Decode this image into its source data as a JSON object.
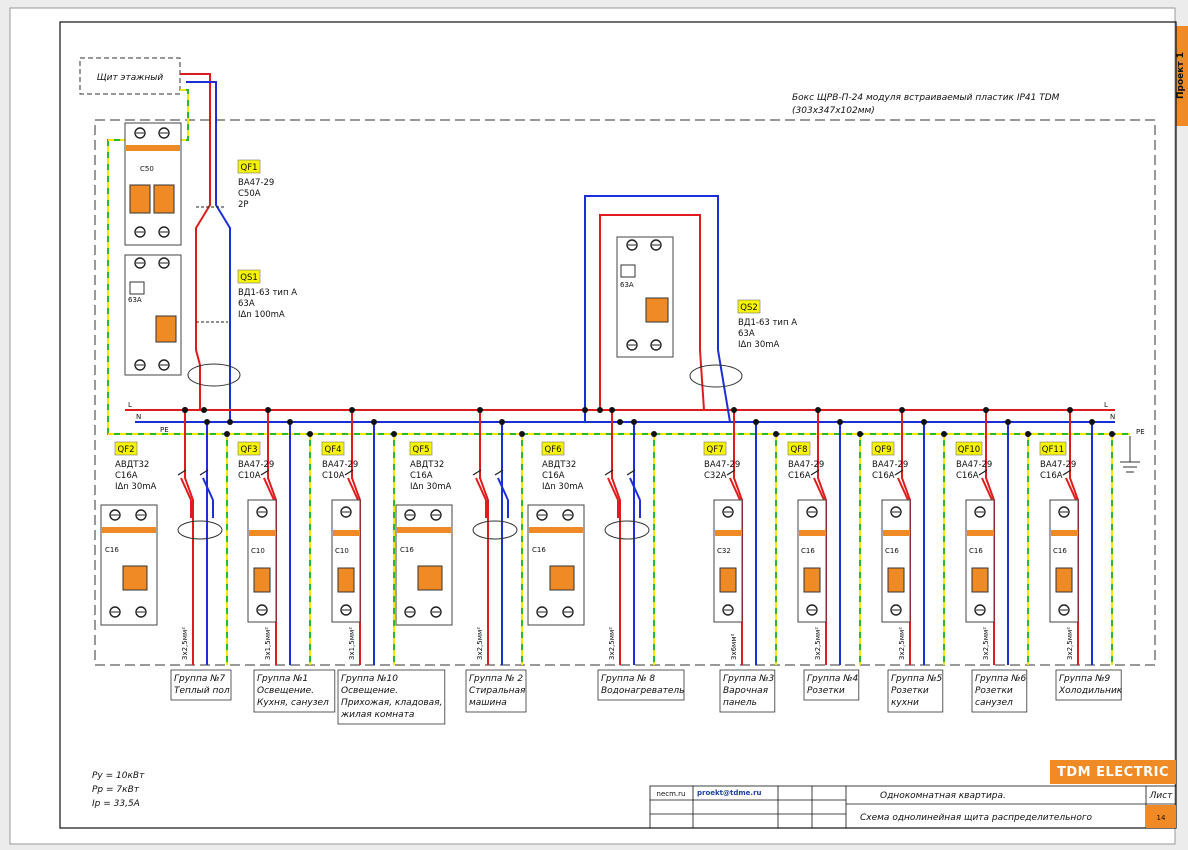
{
  "tab": "Проект 1",
  "panel_label": "Щит этажный",
  "box": {
    "line1": "Бокс ЩРВ-П-24 модуля встраиваемый пластик IP41 TDM",
    "line2": "(303x347x102мм)"
  },
  "bus": {
    "L": "L",
    "N": "N",
    "PE": "PE"
  },
  "main_devices": [
    {
      "tag": "QF1",
      "lines": [
        "ВА47-29",
        "С50А",
        "2P"
      ],
      "face": "C50"
    },
    {
      "tag": "QS1",
      "lines": [
        "ВД1-63 тип А",
        "63А",
        "IΔn 100mA"
      ],
      "face": "63A"
    },
    {
      "tag": "QS2",
      "lines": [
        "ВД1-63 тип А",
        "63А",
        "IΔn 30mA"
      ],
      "face": "63A"
    }
  ],
  "groups": [
    {
      "tag": "QF2",
      "lines": [
        "АВДТ32",
        "С16А",
        "IΔn 30mA"
      ],
      "face": "C16",
      "cable": "3х2,5мм²",
      "name": [
        "Группа №7",
        "Теплый пол"
      ],
      "type": "rcbo"
    },
    {
      "tag": "QF3",
      "lines": [
        "ВА47-29",
        "С10А"
      ],
      "face": "C10",
      "cable": "3х1,5мм²",
      "name": [
        "Группа №1",
        "Освещение.",
        "Кухня, санузел"
      ],
      "type": "mcb"
    },
    {
      "tag": "QF4",
      "lines": [
        "ВА47-29",
        "С10А"
      ],
      "face": "C10",
      "cable": "3х1,5мм²",
      "name": [
        "Группа №10",
        "Освещение.",
        "Прихожая, кладовая,",
        "жилая комната"
      ],
      "type": "mcb"
    },
    {
      "tag": "QF5",
      "lines": [
        "АВДТ32",
        "С16А",
        "IΔn 30mA"
      ],
      "face": "C16",
      "cable": "3х2,5мм²",
      "name": [
        "Группа № 2",
        "Стиральная",
        "машина"
      ],
      "type": "rcbo"
    },
    {
      "tag": "QF6",
      "lines": [
        "АВДТ32",
        "С16А",
        "IΔn 30mA"
      ],
      "face": "C16",
      "cable": "3х2,5мм²",
      "name": [
        "Группа № 8",
        "Водонагреватель"
      ],
      "type": "rcbo"
    },
    {
      "tag": "QF7",
      "lines": [
        "ВА47-29",
        "С32А"
      ],
      "face": "C32",
      "cable": "3х6мм²",
      "name": [
        "Группа №3",
        "Варочная",
        "панель"
      ],
      "type": "mcb"
    },
    {
      "tag": "QF8",
      "lines": [
        "ВА47-29",
        "С16А"
      ],
      "face": "C16",
      "cable": "3х2,5мм²",
      "name": [
        "Группа №4",
        "Розетки"
      ],
      "type": "mcb"
    },
    {
      "tag": "QF9",
      "lines": [
        "ВА47-29",
        "С16А"
      ],
      "face": "C16",
      "cable": "3х2,5мм²",
      "name": [
        "Группа №5",
        "Розетки",
        "кухни"
      ],
      "type": "mcb"
    },
    {
      "tag": "QF10",
      "lines": [
        "ВА47-29",
        "С16А"
      ],
      "face": "C16",
      "cable": "3х2,5мм²",
      "name": [
        "Группа №6",
        "Розетки",
        "санузел"
      ],
      "type": "mcb"
    },
    {
      "tag": "QF11",
      "lines": [
        "ВА47-29",
        "С16А"
      ],
      "face": "C16",
      "cable": "3х2,5мм²",
      "name": [
        "Группа №9",
        "Холодильник"
      ],
      "type": "mcb"
    }
  ],
  "power": [
    "Pу = 10кВт",
    "Pр = 7кВт",
    "Iр = 33,5А"
  ],
  "logo": {
    "a": "TDM",
    "b": "ELECTRIC"
  },
  "titleblock": {
    "site": "necm.ru",
    "email": "proekt@tdme.ru",
    "project": "Однокомнатная квартира.",
    "drawing": "Схема однолинейная щита распределительного",
    "sheet_label": "Лист",
    "sheet_no": "14"
  },
  "colors": {
    "L": "#e01b1b",
    "N": "#1c2fd6",
    "PE_g": "#29b82f",
    "PE_y": "#f3e600",
    "device": "#f08a24"
  }
}
